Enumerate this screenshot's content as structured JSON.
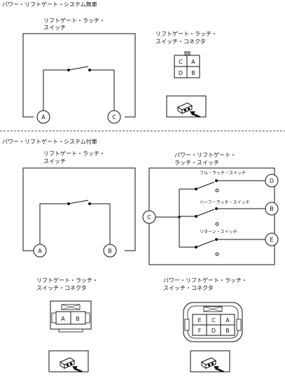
{
  "section1": {
    "title": "パワー・リフトゲート・システム無車",
    "switch_label_line1": "リフトゲート・ラッチ・",
    "switch_label_line2": "スイッチ",
    "connector_label_line1": "リフトゲート・ラッチ・",
    "connector_label_line2": "スイッチ・コネクタ",
    "terminal_left": "A",
    "terminal_right": "C",
    "connector_pins": [
      "C",
      "A",
      "D",
      "B"
    ]
  },
  "section2": {
    "title": "パワー・リフトゲート・システム付車",
    "switch_label_line1": "リフトゲート・ラッチ・",
    "switch_label_line2": "スイッチ",
    "terminal_left": "A",
    "terminal_right": "B",
    "power_switch_label_line1": "パワー・リフトゲート・",
    "power_switch_label_line2": "ラッチ・スイッチ",
    "power_common": "C",
    "sub_switches": [
      {
        "label": "フル・ラッチ・スイッチ",
        "terminal": "D"
      },
      {
        "label": "ハーフ・ラッチ・スイッチ",
        "terminal": "B"
      },
      {
        "label": "リターン・スイッチ",
        "terminal": "E"
      }
    ],
    "connector1_label_line1": "リフトゲート・ラッチ・",
    "connector1_label_line2": "スイッチ・コネクタ",
    "connector1_pins": [
      "A",
      "B"
    ],
    "connector2_label_line1": "パワー・リフトゲート・ラッチ・",
    "connector2_label_line2": "スイッチ・コネクタ",
    "connector2_pins": [
      "E",
      "C",
      "A",
      "F",
      "D",
      "B"
    ]
  }
}
